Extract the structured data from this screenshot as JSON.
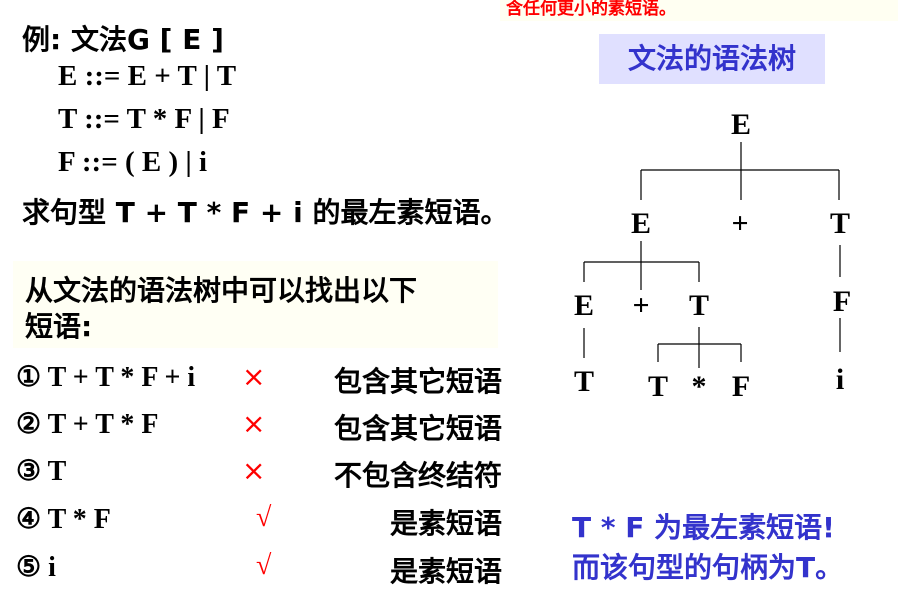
{
  "banner": {
    "text": "含任何更小的素短语。"
  },
  "example": {
    "heading": "例:  文法G [ E ]",
    "rules": [
      "E ::= E + T | T",
      "T ::= T * F | F",
      "F ::= ( E ) | i"
    ],
    "question": "求句型 T + T * F + i 的最左素短语。"
  },
  "tree": {
    "title": "文法的语法树",
    "nodes": {
      "root": "E",
      "l2": [
        "E",
        "+",
        "T"
      ],
      "l3": [
        "E",
        "+",
        "T"
      ],
      "l3_right": "F",
      "l4": [
        "T",
        "T",
        "*",
        "F"
      ],
      "l4_right": "i"
    }
  },
  "phrases": {
    "intro": [
      "从文法的语法树中可以找出以下",
      "短语:"
    ],
    "items": [
      {
        "expr": "① T + T * F + i",
        "mark": "×",
        "note": "包含其它短语"
      },
      {
        "expr": "② T + T * F",
        "mark": "×",
        "note": "包含其它短语"
      },
      {
        "expr": "③ T",
        "mark": "×",
        "note": "不包含终结符"
      },
      {
        "expr": "④ T * F",
        "mark": "√",
        "note": "是素短语"
      },
      {
        "expr": "⑤ i",
        "mark": "√",
        "note": "是素短语"
      }
    ]
  },
  "conclusion": [
    "T * F 为最左素短语!",
    "而该句型的句柄为T。"
  ],
  "colors": {
    "accent_blue": "#3333cc",
    "mark_red": "#ff0000",
    "title_bg": "#e0e0ff"
  }
}
